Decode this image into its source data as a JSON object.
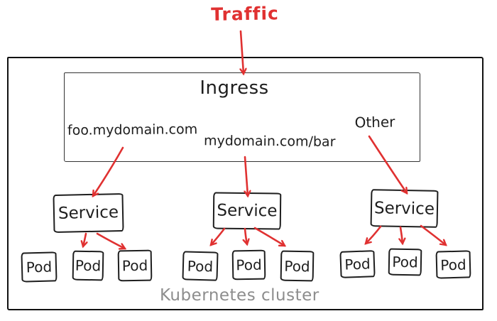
{
  "colors": {
    "arrow_red": "#e03131",
    "box_stroke": "#1e1e1e",
    "cluster_stroke": "#111111",
    "cluster_label_gray": "#8d8d8d",
    "background": "#ffffff"
  },
  "diagram": {
    "title": "Traffic",
    "cluster_label": "Kubernetes cluster",
    "ingress": {
      "label": "Ingress",
      "rules": [
        {
          "label": "foo.mydomain.com"
        },
        {
          "label": "mydomain.com/bar"
        },
        {
          "label": "Other"
        }
      ]
    },
    "groups": [
      {
        "service": "Service",
        "pods": [
          "Pod",
          "Pod",
          "Pod"
        ]
      },
      {
        "service": "Service",
        "pods": [
          "Pod",
          "Pod",
          "Pod"
        ]
      },
      {
        "service": "Service",
        "pods": [
          "Pod",
          "Pod",
          "Pod"
        ]
      }
    ],
    "edges": [
      {
        "from": "traffic-label",
        "to": "ingress-box"
      },
      {
        "from": "rule-foo-mydomain-com",
        "to": "service-1"
      },
      {
        "from": "rule-mydomain-com-bar",
        "to": "service-2"
      },
      {
        "from": "rule-other",
        "to": "service-3"
      },
      {
        "from": "service-1",
        "to": "pod-1-2"
      },
      {
        "from": "service-1",
        "to": "pod-1-3"
      },
      {
        "from": "service-2",
        "to": "pod-2-1"
      },
      {
        "from": "service-2",
        "to": "pod-2-2"
      },
      {
        "from": "service-2",
        "to": "pod-2-3"
      },
      {
        "from": "service-3",
        "to": "pod-3-1"
      },
      {
        "from": "service-3",
        "to": "pod-3-2"
      },
      {
        "from": "service-3",
        "to": "pod-3-3"
      }
    ]
  }
}
